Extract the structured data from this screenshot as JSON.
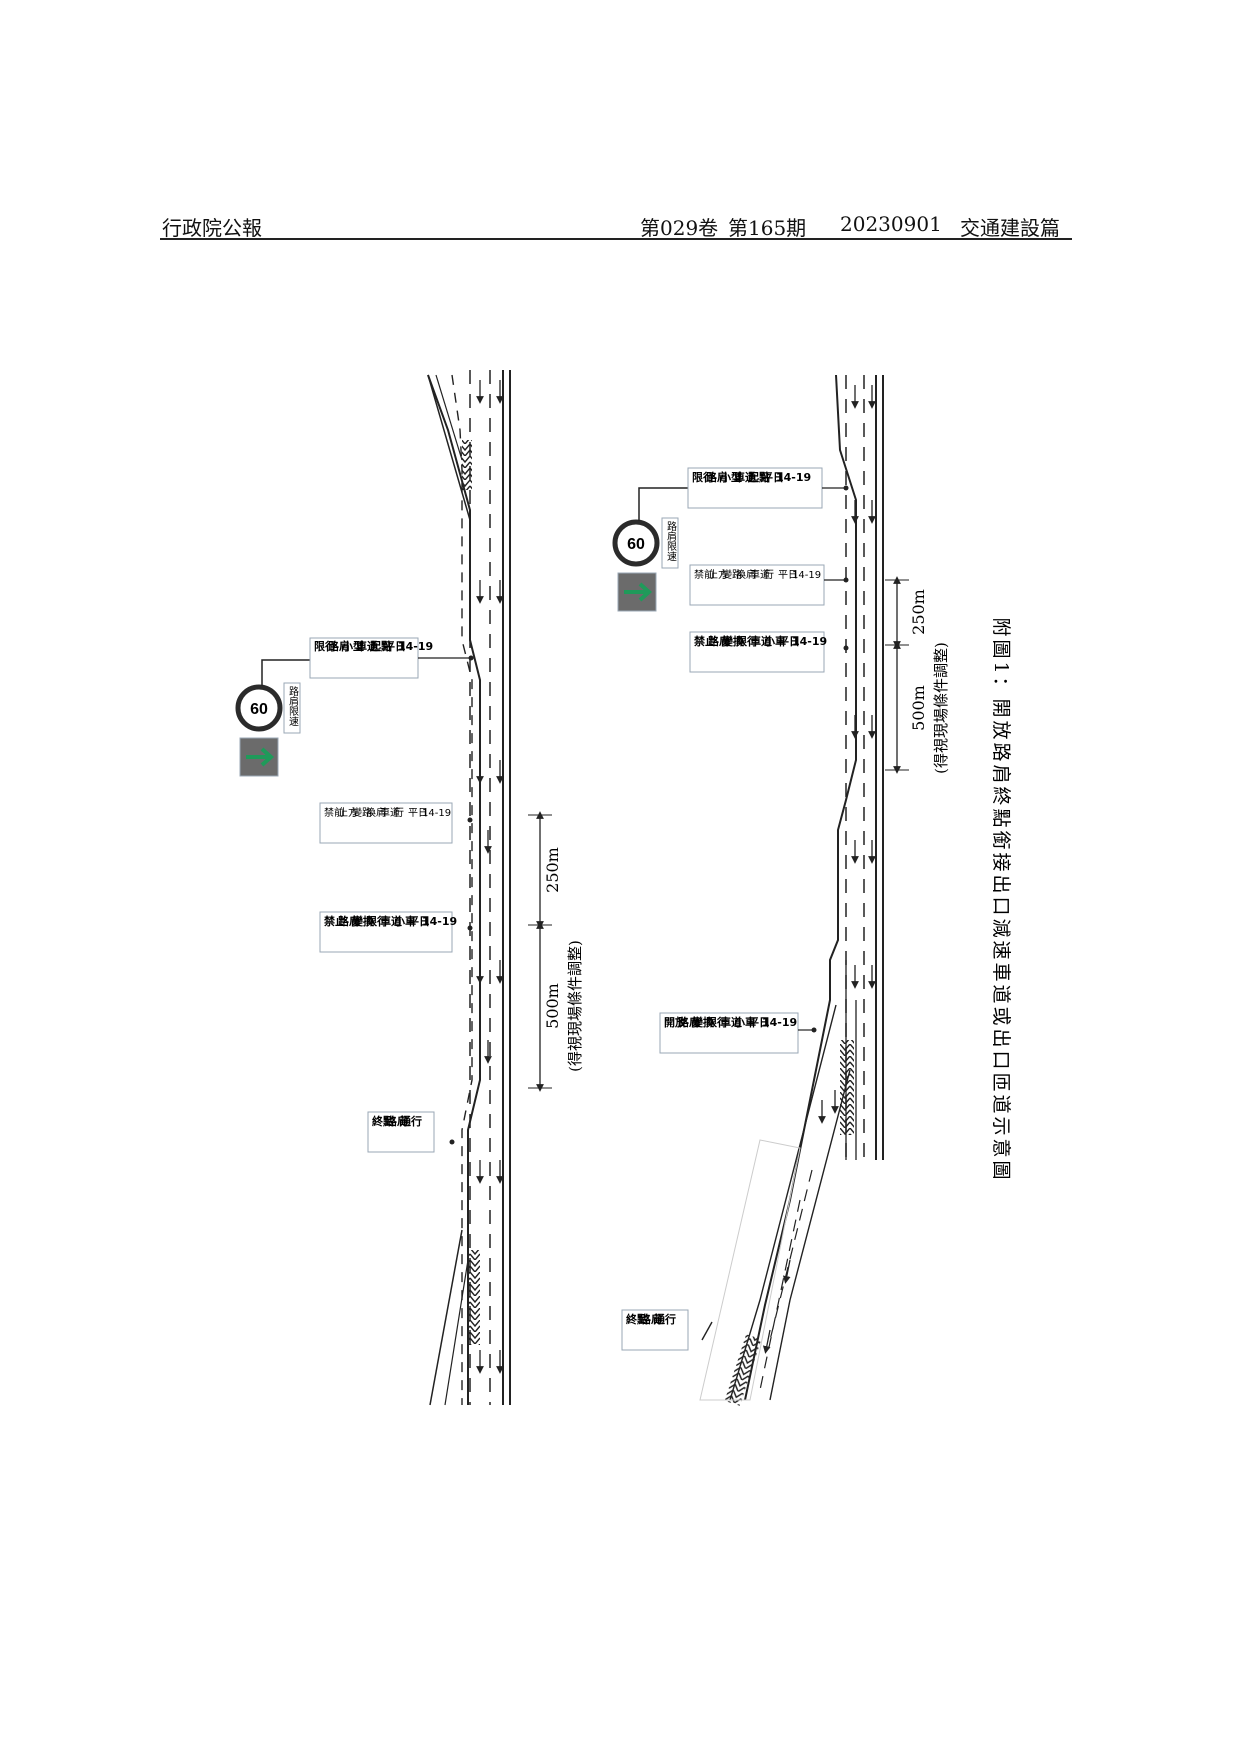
{
  "header": {
    "publication": "行政院公報",
    "volume": "第029卷",
    "issue": "第165期",
    "date": "20230901",
    "section": "交通建設篇"
  },
  "caption": "附圖1：開放路肩終點銜接出口減速車道或出口匝道示意圖",
  "diagram_a": {
    "speed": "60",
    "speed_label": "路肩限速",
    "sign_open_small": [
      "限行",
      "路肩",
      "小型",
      "車通",
      "起點",
      "平日",
      "14-19"
    ],
    "sign_ban_front": [
      "禁前",
      "止方",
      "變路",
      "換肩",
      "車道",
      "行",
      "平日",
      "14-19"
    ],
    "sign_ban_change": [
      "禁止",
      "路肩",
      "變換",
      "限行",
      "車道",
      "小車",
      "平日",
      "14-19"
    ],
    "sign_end": [
      "終點",
      "路肩",
      "通行"
    ],
    "dist_250": "250m",
    "dist_500": "500m",
    "dist_note": "(得視現場條件調整)"
  },
  "diagram_b": {
    "speed": "60",
    "speed_label": "路肩限速",
    "sign_open_small": [
      "限行",
      "路肩",
      "小型",
      "車通",
      "起點",
      "平日",
      "14-19"
    ],
    "sign_ban_front": [
      "禁前",
      "止方",
      "變路",
      "換肩",
      "車道",
      "行",
      "平日",
      "14-19"
    ],
    "sign_ban_change": [
      "禁止",
      "路肩",
      "變換",
      "限行",
      "車道",
      "小車",
      "平日",
      "14-19"
    ],
    "sign_open": [
      "開放",
      "路肩",
      "變換",
      "限行",
      "車道",
      "小車",
      "平日",
      "14-19"
    ],
    "sign_end": [
      "終點",
      "路肩",
      "通行"
    ],
    "dist_250": "250m",
    "dist_500": "500m",
    "dist_note": "(得視現場條件調整)"
  },
  "colors": {
    "sign_green": "#1f9a5a",
    "sign_gray": "#6b6b6b",
    "sign_border": "#9aa7b5",
    "ring": "#2b2b2b"
  }
}
